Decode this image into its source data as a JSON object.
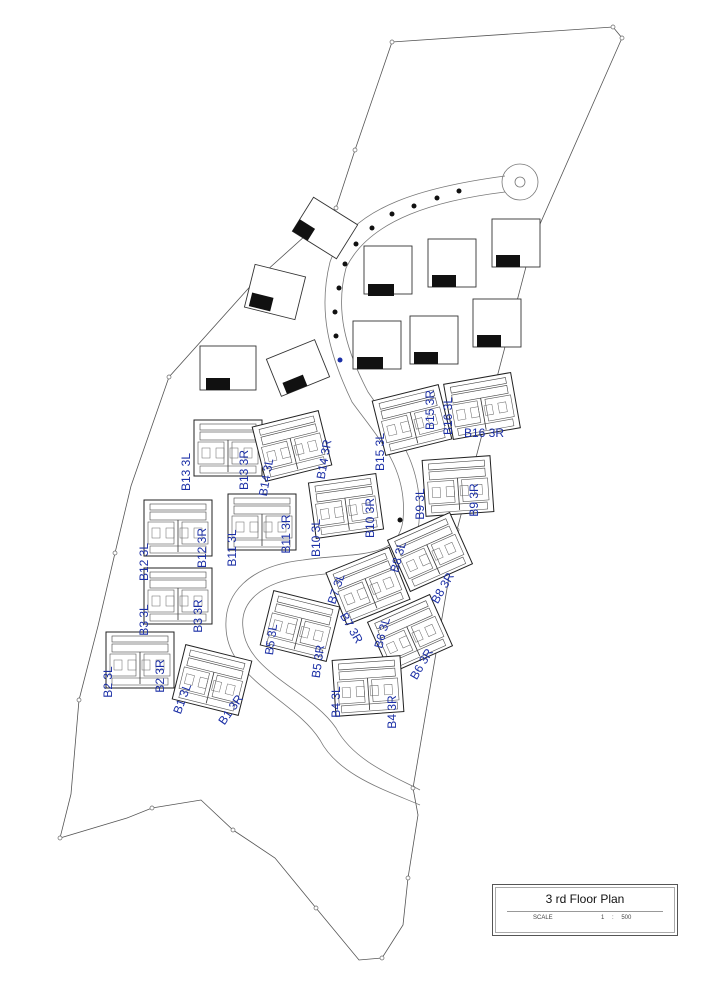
{
  "title_block": {
    "title": "3 rd Floor Plan",
    "scale_label": "SCALE",
    "scale_value": "1 : 500"
  },
  "colors": {
    "unit_label": "#1b2fa6",
    "line": "#555555",
    "hatch": "#111111"
  },
  "units": [
    {
      "id": "B13",
      "left": "B13 3L",
      "right": "B13 3R"
    },
    {
      "id": "B14",
      "left": "B14 3L",
      "right": "B14 3R"
    },
    {
      "id": "B15",
      "left": "B15 3L",
      "right": "B15 3R"
    },
    {
      "id": "B16",
      "left": "B16 3L",
      "right": "B16 3R"
    },
    {
      "id": "B12",
      "left": "B12 3L",
      "right": "B12 3R"
    },
    {
      "id": "B11",
      "left": "B11 3L",
      "right": "B11 3R"
    },
    {
      "id": "B10",
      "left": "B10 3L",
      "right": "B10 3R"
    },
    {
      "id": "B9",
      "left": "B9 3L",
      "right": "B9 3R"
    },
    {
      "id": "B8",
      "left": "B8 3L",
      "right": "B8 3R"
    },
    {
      "id": "B3",
      "left": "B3 3L",
      "right": "B3 3R"
    },
    {
      "id": "B7",
      "left": "B7 3L",
      "right": "B7 3R"
    },
    {
      "id": "B5",
      "left": "B5 3L",
      "right": "B5 3R"
    },
    {
      "id": "B6",
      "left": "B6 3L",
      "right": "B6 3R"
    },
    {
      "id": "B2",
      "left": "B2 3L",
      "right": "B2 3R"
    },
    {
      "id": "B1",
      "left": "B1 3L",
      "right": "B1 3R"
    },
    {
      "id": "B4",
      "left": "B4 3L",
      "right": "B4 3R"
    }
  ]
}
